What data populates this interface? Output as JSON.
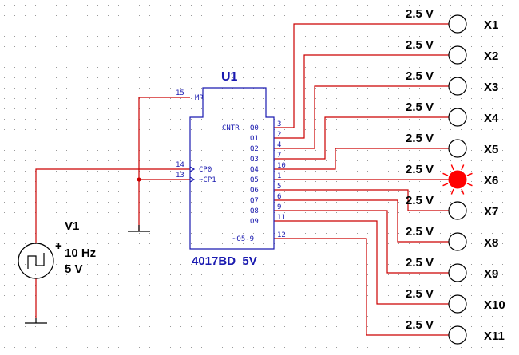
{
  "chip": {
    "ref": "U1",
    "part": "4017BD_5V",
    "left_pins": [
      {
        "num": "15",
        "label": "MR"
      },
      {
        "num": "14",
        "label": "CP0"
      },
      {
        "num": "13",
        "label": "~CP1"
      }
    ],
    "right_pins": [
      {
        "num": "3",
        "label": "O0"
      },
      {
        "num": "2",
        "label": "O1"
      },
      {
        "num": "4",
        "label": "O2"
      },
      {
        "num": "7",
        "label": "O3"
      },
      {
        "num": "10",
        "label": "O4"
      },
      {
        "num": "1",
        "label": "O5"
      },
      {
        "num": "5",
        "label": "O6"
      },
      {
        "num": "6",
        "label": "O7"
      },
      {
        "num": "9",
        "label": "O8"
      },
      {
        "num": "11",
        "label": "O9"
      },
      {
        "num": "12",
        "label": "~O5-9"
      }
    ],
    "cntr_label": "CNTR"
  },
  "source": {
    "ref": "V1",
    "frequency": "10 Hz",
    "amplitude": "5 V",
    "polarity": "+"
  },
  "probes": [
    {
      "name": "X1",
      "value": "2.5 V",
      "lit": false
    },
    {
      "name": "X2",
      "value": "2.5 V",
      "lit": false
    },
    {
      "name": "X3",
      "value": "2.5 V",
      "lit": false
    },
    {
      "name": "X4",
      "value": "2.5 V",
      "lit": false
    },
    {
      "name": "X5",
      "value": "2.5 V",
      "lit": false
    },
    {
      "name": "X6",
      "value": "2.5 V",
      "lit": true
    },
    {
      "name": "X7",
      "value": "2.5 V",
      "lit": false
    },
    {
      "name": "X8",
      "value": "2.5 V",
      "lit": false
    },
    {
      "name": "X9",
      "value": "2.5 V",
      "lit": false
    },
    {
      "name": "X10",
      "value": "2.5 V",
      "lit": false
    },
    {
      "name": "X11",
      "value": "2.5 V",
      "lit": false
    }
  ],
  "colors": {
    "wire": "#cc0000",
    "component": "#1a1ab0",
    "probe_on": "#ff0000",
    "grid_dot": "#9a9a9a"
  }
}
